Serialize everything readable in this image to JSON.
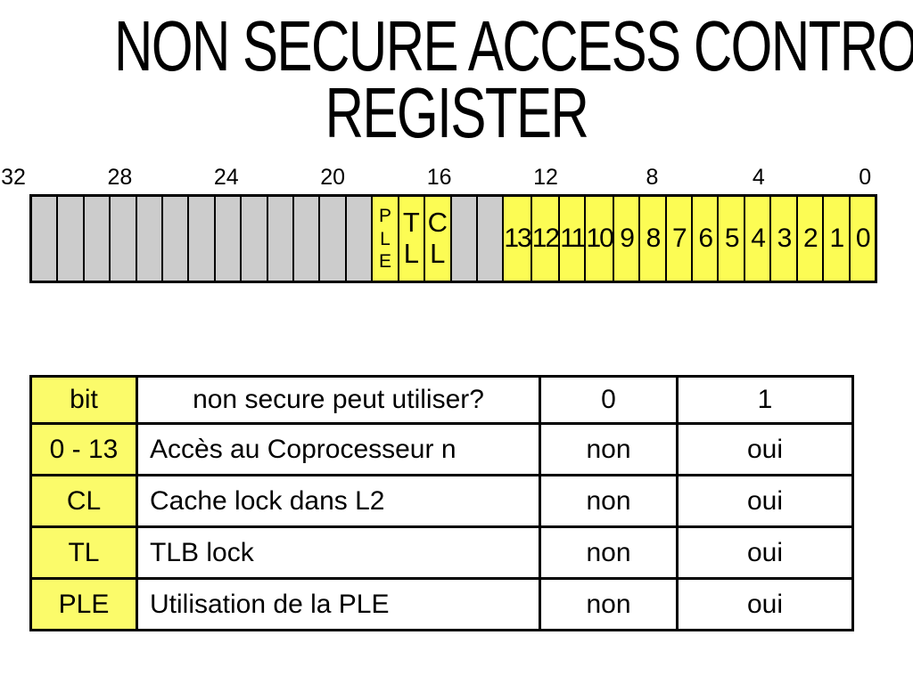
{
  "title": {
    "line1": "NON SECURE ACCESS CONTROL",
    "line2": "REGISTER"
  },
  "register": {
    "scale_labels": [
      "32",
      "28",
      "24",
      "20",
      "16",
      "12",
      "8",
      "4",
      "0"
    ],
    "cells": [
      {
        "bit": 31,
        "bg": "gray"
      },
      {
        "bit": 30,
        "bg": "gray"
      },
      {
        "bit": 29,
        "bg": "gray"
      },
      {
        "bit": 28,
        "bg": "gray"
      },
      {
        "bit": 27,
        "bg": "gray"
      },
      {
        "bit": 26,
        "bg": "gray"
      },
      {
        "bit": 25,
        "bg": "gray"
      },
      {
        "bit": 24,
        "bg": "gray"
      },
      {
        "bit": 23,
        "bg": "gray"
      },
      {
        "bit": 22,
        "bg": "gray"
      },
      {
        "bit": 21,
        "bg": "gray"
      },
      {
        "bit": 20,
        "bg": "gray"
      },
      {
        "bit": 19,
        "bg": "gray"
      },
      {
        "bit": 18,
        "bg": "yellow",
        "stack": [
          "P",
          "L",
          "E"
        ],
        "small": true
      },
      {
        "bit": 17,
        "bg": "yellow",
        "stack": [
          "T",
          "L"
        ]
      },
      {
        "bit": 16,
        "bg": "yellow",
        "stack": [
          "C",
          "L"
        ]
      },
      {
        "bit": 15,
        "bg": "gray"
      },
      {
        "bit": 14,
        "bg": "gray"
      },
      {
        "bit": 13,
        "bg": "yellow",
        "label": "13"
      },
      {
        "bit": 12,
        "bg": "yellow",
        "label": "12"
      },
      {
        "bit": 11,
        "bg": "yellow",
        "label": "11"
      },
      {
        "bit": 10,
        "bg": "yellow",
        "label": "10"
      },
      {
        "bit": 9,
        "bg": "yellow",
        "label": "9"
      },
      {
        "bit": 8,
        "bg": "yellow",
        "label": "8"
      },
      {
        "bit": 7,
        "bg": "yellow",
        "label": "7"
      },
      {
        "bit": 6,
        "bg": "yellow",
        "label": "6"
      },
      {
        "bit": 5,
        "bg": "yellow",
        "label": "5"
      },
      {
        "bit": 4,
        "bg": "yellow",
        "label": "4"
      },
      {
        "bit": 3,
        "bg": "yellow",
        "label": "3"
      },
      {
        "bit": 2,
        "bg": "yellow",
        "label": "2"
      },
      {
        "bit": 1,
        "bg": "yellow",
        "label": "1"
      },
      {
        "bit": 0,
        "bg": "yellow",
        "label": "0"
      }
    ]
  },
  "table": {
    "headers": [
      "bit",
      "non secure peut utiliser?",
      "0",
      "1"
    ],
    "rows": [
      {
        "bit": "0 - 13",
        "desc": "Accès au Coprocesseur n",
        "v0": "non",
        "v1": "oui"
      },
      {
        "bit": "CL",
        "desc": "Cache lock dans L2",
        "v0": "non",
        "v1": "oui"
      },
      {
        "bit": "TL",
        "desc": "TLB lock",
        "v0": "non",
        "v1": "oui"
      },
      {
        "bit": "PLE",
        "desc": "Utilisation de la PLE",
        "v0": "non",
        "v1": "oui"
      }
    ]
  },
  "colors": {
    "register_yellow": "#FCFC54",
    "table_yellow": "#FBFB6A",
    "gray": "#CCCCCC",
    "border": "#000000",
    "background": "#FFFFFF"
  }
}
